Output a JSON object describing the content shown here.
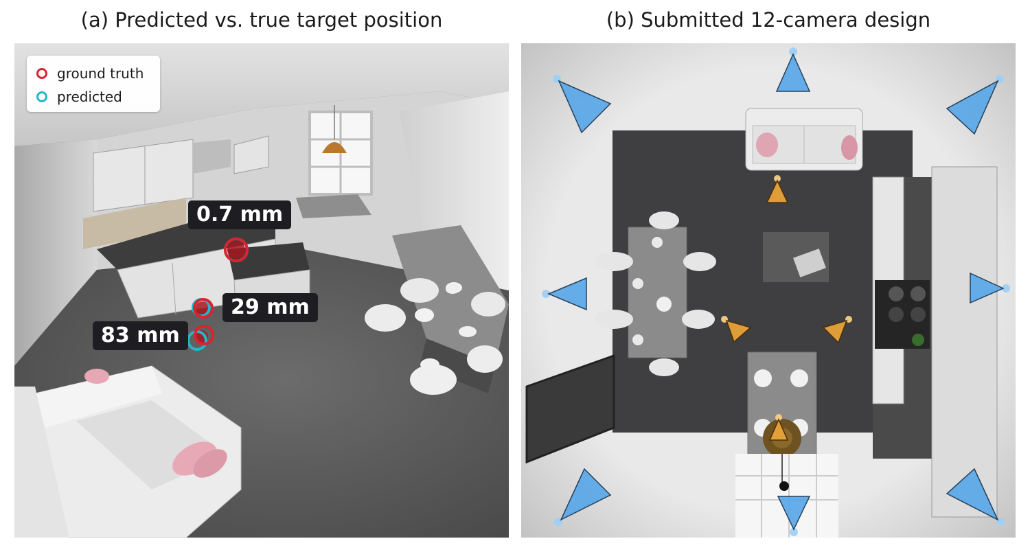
{
  "panel_a": {
    "title": "(a) Predicted vs. true target position",
    "legend": [
      {
        "label": "ground truth",
        "color": "#d9232e"
      },
      {
        "label": "predicted",
        "color": "#22b8c9"
      }
    ],
    "errors": [
      "0.7 mm",
      "29 mm",
      "83 mm"
    ]
  },
  "panel_b": {
    "title": "(b) Submitted 12-camera design",
    "camera_count": 12,
    "camera_colors": {
      "perimeter": "#5aa8e8",
      "interior": "#e8a33a"
    }
  }
}
